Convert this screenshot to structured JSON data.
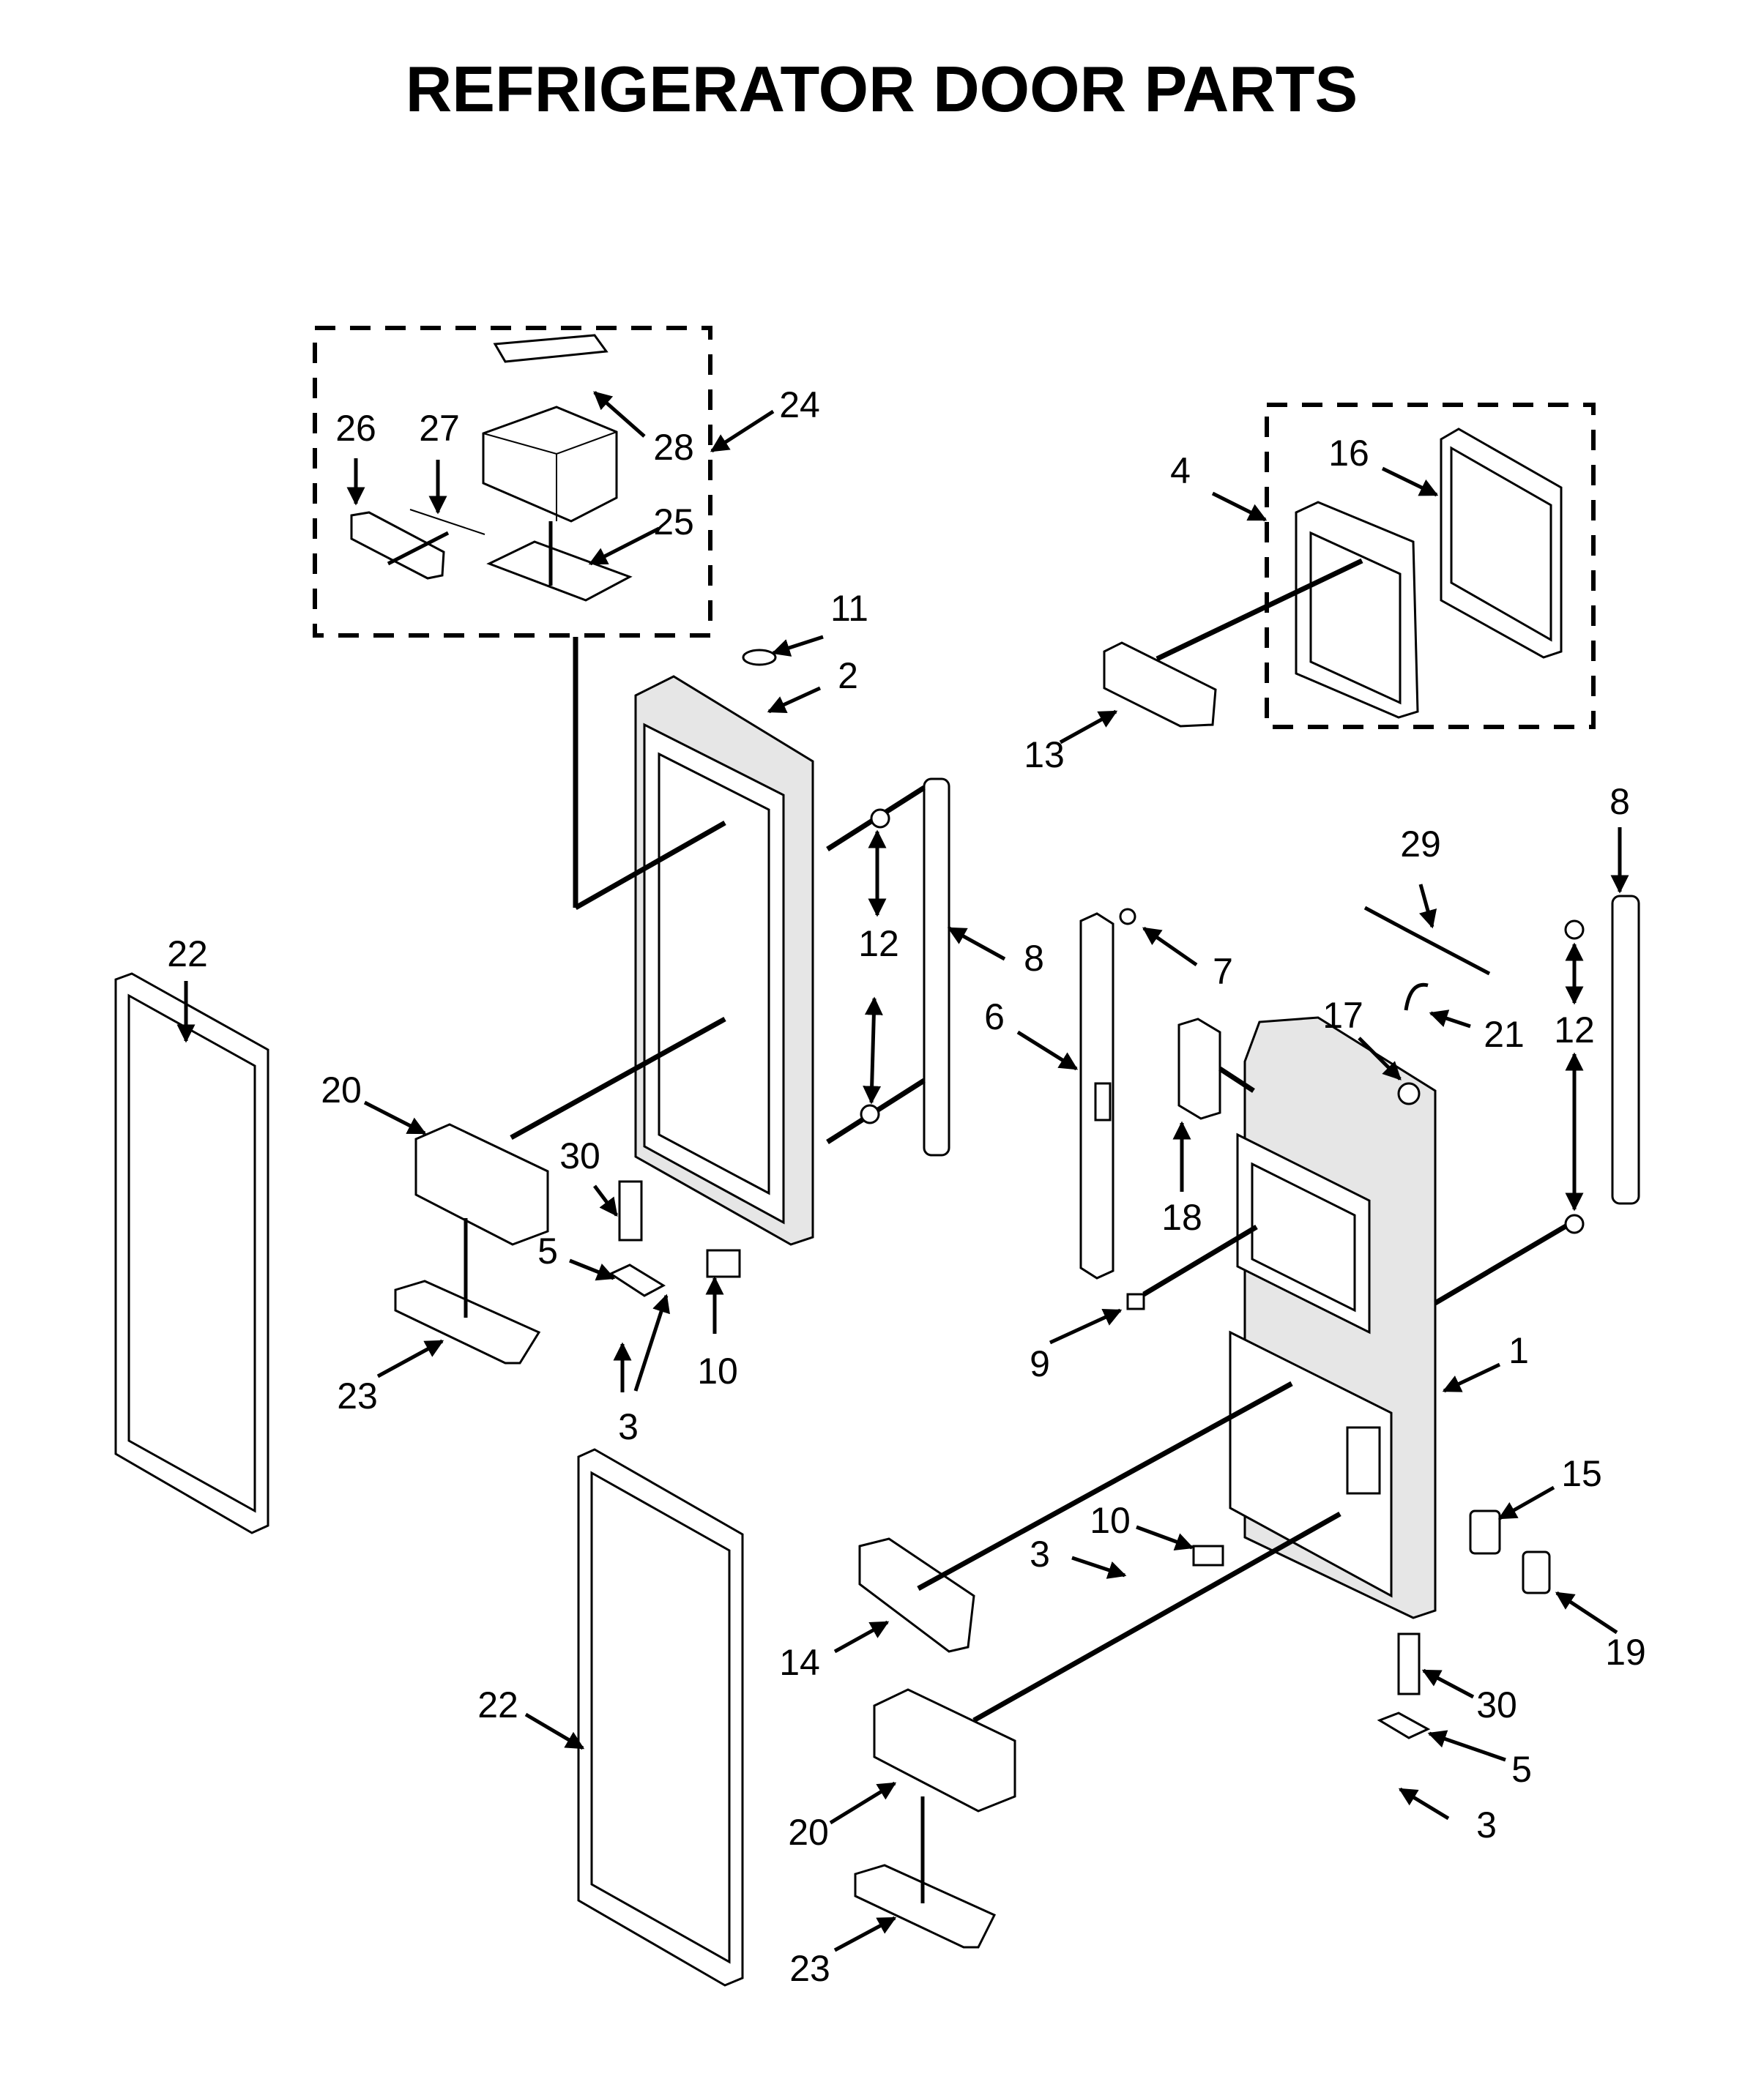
{
  "title": "REFRIGERATOR DOOR PARTS",
  "callouts": {
    "c24": "24",
    "c26": "26",
    "c27": "27",
    "c28": "28",
    "c25": "25",
    "c11": "11",
    "c2": "2",
    "c4": "4",
    "c16": "16",
    "c13": "13",
    "c8a": "8",
    "c12a": "12",
    "c8b": "8",
    "c29": "29",
    "c7": "7",
    "c22a": "22",
    "c6": "6",
    "c17": "17",
    "c21": "21",
    "c12b": "12",
    "c20a": "20",
    "c30a": "30",
    "c18": "18",
    "c5a": "5",
    "c9": "9",
    "c10a": "10",
    "c23a": "23",
    "c3a": "3",
    "c1": "1",
    "c15": "15",
    "c10b": "10",
    "c3b": "3",
    "c19": "19",
    "c14": "14",
    "c22b": "22",
    "c30b": "30",
    "c5b": "5",
    "c20b": "20",
    "c3c": "3",
    "c23b": "23"
  }
}
